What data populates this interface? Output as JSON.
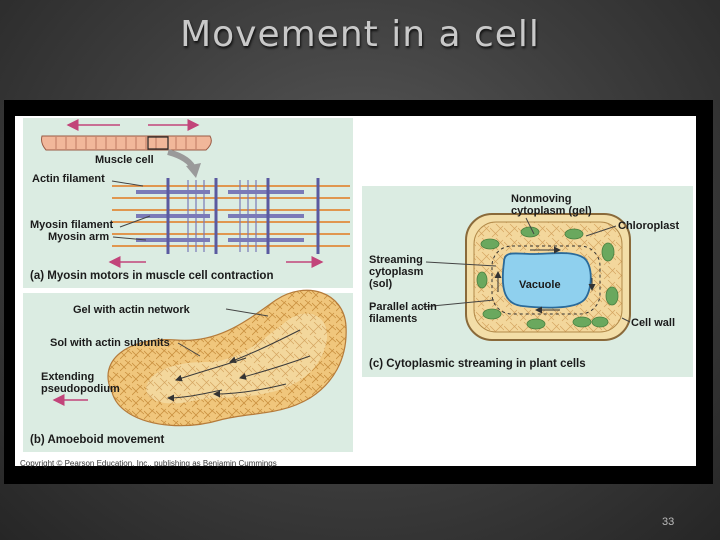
{
  "slide": {
    "title": "Movement in a cell",
    "number": "33"
  },
  "figure": {
    "panel_a": {
      "labels": {
        "muscle_cell": "Muscle cell",
        "actin_filament": "Actin filament",
        "myosin_filament": "Myosin filament",
        "myosin_arm": "Myosin arm"
      },
      "caption": "(a) Myosin motors in muscle cell contraction"
    },
    "panel_b": {
      "labels": {
        "gel": "Gel with actin network",
        "sol": "Sol with actin subunits",
        "extending": "Extending\npseudopodium"
      },
      "caption": "(b) Amoeboid movement"
    },
    "panel_c": {
      "labels": {
        "nonmoving": "Nonmoving\ncytoplasm (gel)",
        "chloroplast": "Chloroplast",
        "streaming": "Streaming\ncytoplasm\n(sol)",
        "vacuole": "Vacuole",
        "parallel": "Parallel actin\nfilaments",
        "cell_wall": "Cell wall"
      },
      "caption": "(c) Cytoplasmic streaming in plant cells"
    },
    "copyright": "Copyright © Pearson Education, Inc., publishing as Benjamin Cummings"
  },
  "colors": {
    "panel_bg": "#dbece2",
    "arrow_pink": "#c2447a",
    "myosin_purple": "#7a7ab8",
    "actin_orange": "#e08a3a",
    "cytoplasm_tan": "#f0c67c",
    "chloroplast_green": "#6aa85e",
    "vacuole_blue": "#8fd0ee"
  }
}
